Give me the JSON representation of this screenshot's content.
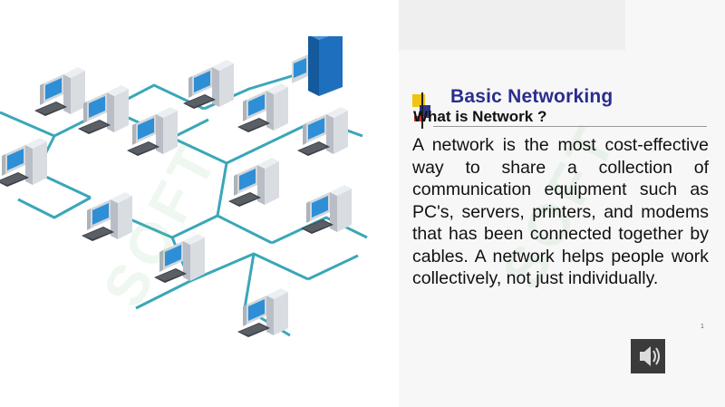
{
  "slide": {
    "title": "Basic Networking",
    "subtitle": "What is Network ?",
    "body": "A network is the most cost-effective way to share a collection of communication equipment such as PC's, servers, printers, and modems that has been connected together by cables.  A network helps people work collectively, not just individually.",
    "page_number": "1"
  },
  "audio": {
    "icon": "speaker-icon"
  },
  "watermark": {
    "text": "SOFT"
  },
  "colors": {
    "title": "#2b2d8f",
    "cable": "#3aa7b8",
    "monitor": "#2e8fd6",
    "server": "#1f6fbf"
  }
}
